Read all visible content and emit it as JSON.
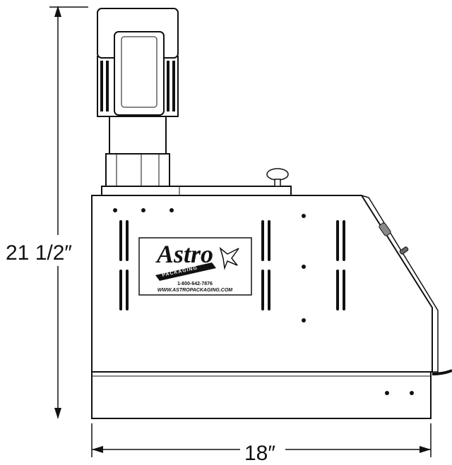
{
  "dimensions": {
    "height_label": "21 1/2″",
    "width_label": "18″"
  },
  "product_label": {
    "brand": "Astro",
    "sub_brand": "PACKAGING",
    "phone": "1-800-642-7876",
    "website": "WWW.ASTROPACKAGING.COM"
  },
  "colors": {
    "line": "#111111",
    "background": "#ffffff"
  }
}
